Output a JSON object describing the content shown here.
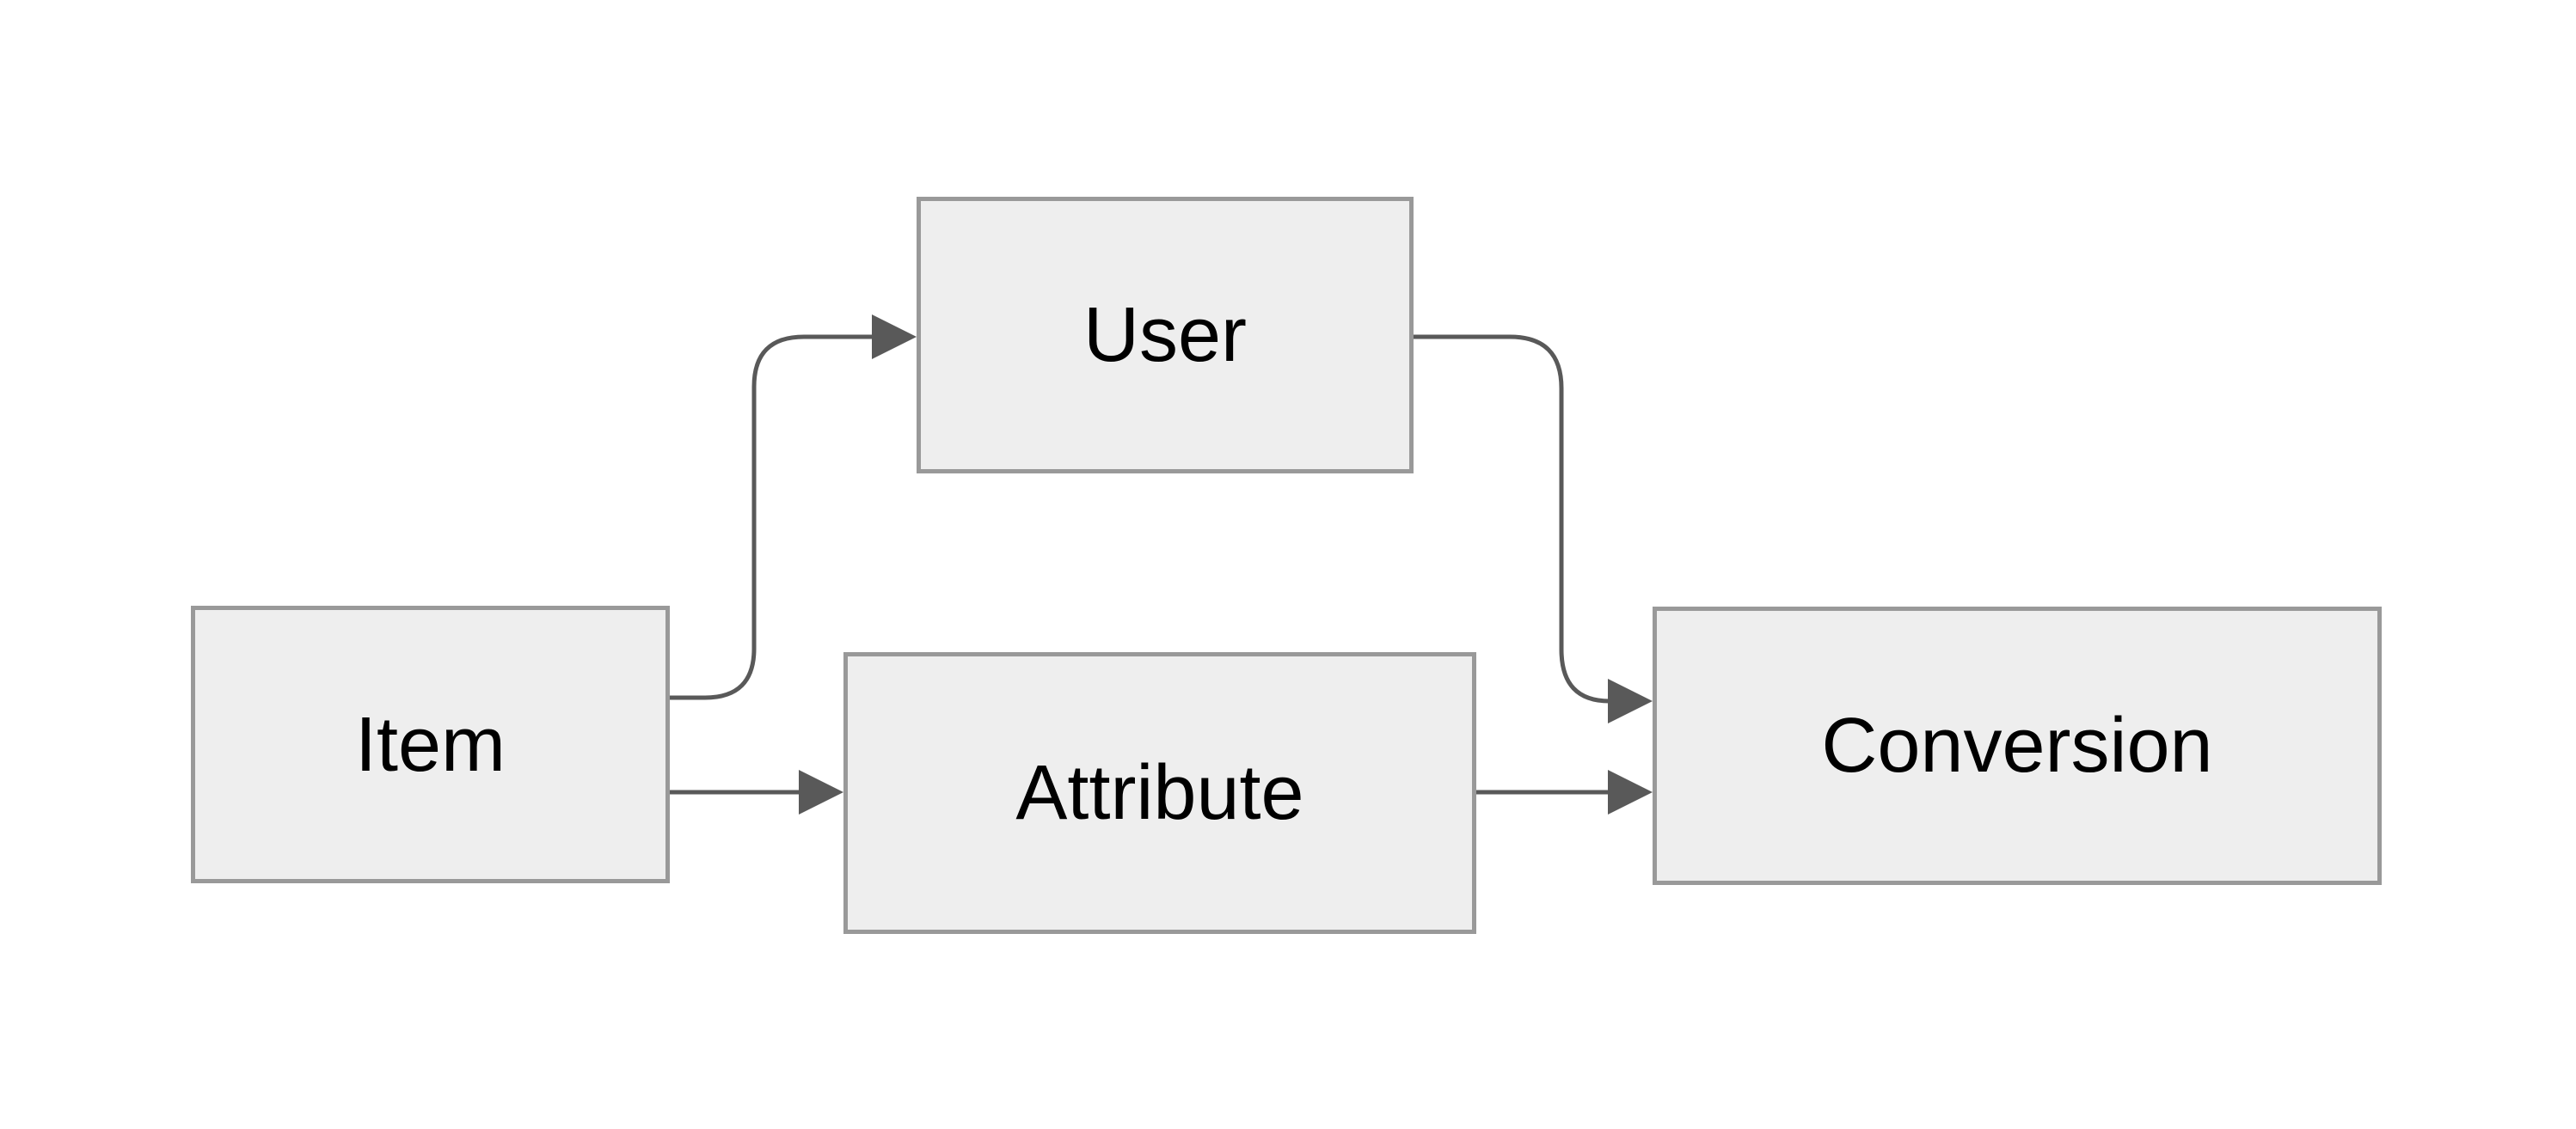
{
  "diagram": {
    "type": "flowchart",
    "background": "#ffffff",
    "colors": {
      "node_fill": "#eeeeee",
      "node_border": "#999999",
      "edge_stroke": "#595959",
      "arrowhead_fill": "#595959",
      "label_text": "#000000"
    },
    "nodes": [
      {
        "id": "item",
        "label": "Item"
      },
      {
        "id": "user",
        "label": "User"
      },
      {
        "id": "attribute",
        "label": "Attribute"
      },
      {
        "id": "conversion",
        "label": "Conversion"
      }
    ],
    "edges": [
      {
        "from": "Item",
        "to": "User"
      },
      {
        "from": "Item",
        "to": "Attribute"
      },
      {
        "from": "User",
        "to": "Conversion"
      },
      {
        "from": "Attribute",
        "to": "Conversion"
      }
    ]
  }
}
